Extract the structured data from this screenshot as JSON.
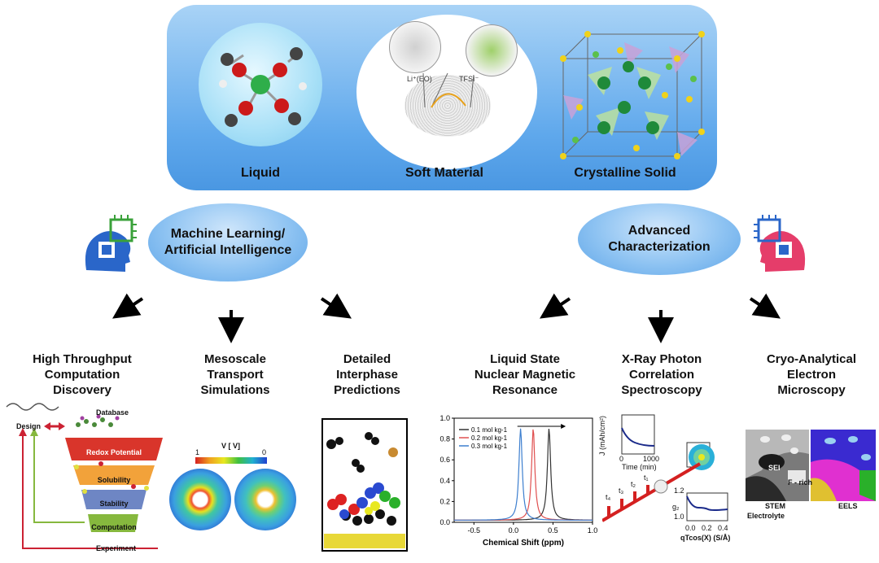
{
  "phases": {
    "liquid": "Liquid",
    "soft": "Soft Material",
    "crystal": "Crystalline Solid",
    "li_eo": "Li⁺(EO)",
    "tfsi": "TFSI⁻"
  },
  "hubs": {
    "ml": [
      "Machine Learning/",
      "Artificial Intelligence"
    ],
    "char": [
      "Advanced",
      "Characterization"
    ]
  },
  "methods": {
    "htc": [
      "High Throughput",
      "Computation",
      "Discovery"
    ],
    "meso": [
      "Mesoscale",
      "Transport",
      "Simulations"
    ],
    "inter": [
      "Detailed",
      "Interphase",
      "Predictions"
    ],
    "nmr": [
      "Liquid State",
      "Nuclear Magnetic",
      "Resonance"
    ],
    "xpcs": [
      "X-Ray Photon",
      "Correlation",
      "Spectroscopy"
    ],
    "cryo": [
      "Cryo-Analytical",
      "Electron",
      "Microscopy"
    ]
  },
  "funnel": {
    "design": "Design",
    "database": "Database",
    "experiment": "Experiment",
    "layers": [
      "Redox Potential",
      "Solubility",
      "Stability",
      "Computation"
    ],
    "colors": [
      "#d9352b",
      "#f2a23a",
      "#6e86c4",
      "#86b83e"
    ]
  },
  "meso": {
    "label": "V [ V]",
    "min": "1",
    "max": "0"
  },
  "nmr": {
    "legend": [
      "0.1 mol kg-1",
      "0.2 mol kg-1",
      "0.3 mol kg-1"
    ],
    "colors": [
      "#333333",
      "#e05050",
      "#3d7fcf"
    ],
    "xlabel": "Chemical Shift (ppm)",
    "xticks": [
      "-0.5",
      "0.0",
      "0.5",
      "1.0"
    ],
    "yticks": [
      "0.0",
      "0.2",
      "0.4",
      "0.6",
      "0.8",
      "1.0"
    ],
    "peaks": [
      0.45,
      0.25,
      0.09
    ]
  },
  "xpcs": {
    "j_label": "J (mAh/cm²)",
    "time_label": "Time (min)",
    "time_ticks": [
      "0",
      "1000"
    ],
    "g2_label": "g₂",
    "g2_ticks": [
      "1.2",
      "1.0"
    ],
    "q_ticks": [
      "0.0",
      "0.2",
      "0.4"
    ],
    "q_label": "qTcos(X) (S/Å)",
    "t_labels": [
      "t₄",
      "t₃",
      "t₂",
      "t₁"
    ]
  },
  "cryo": {
    "stem": "STEM",
    "eels": "EELS",
    "sei": "SEI",
    "f_rich": "F - rich",
    "electrolyte": "Electrolyte"
  }
}
